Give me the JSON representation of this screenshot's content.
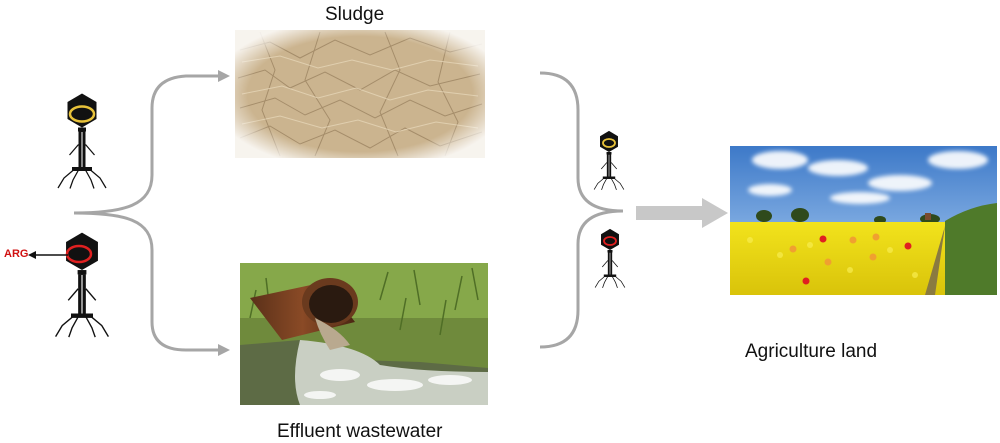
{
  "labels": {
    "sludge": "Sludge",
    "effluent": "Effluent wastewater",
    "agriculture": "Agriculture land",
    "arg": "ARG"
  },
  "colors": {
    "arrow": "#a6a6a6",
    "phage_body": "#111111",
    "dna_normal": "#e8c23a",
    "dna_arg": "#e02020",
    "arg_text": "#d01010"
  },
  "icons": {
    "phage": "bacteriophage-icon",
    "sludge": "sludge-photo",
    "effluent": "effluent-pipe-photo",
    "field": "rapeseed-field-photo"
  }
}
